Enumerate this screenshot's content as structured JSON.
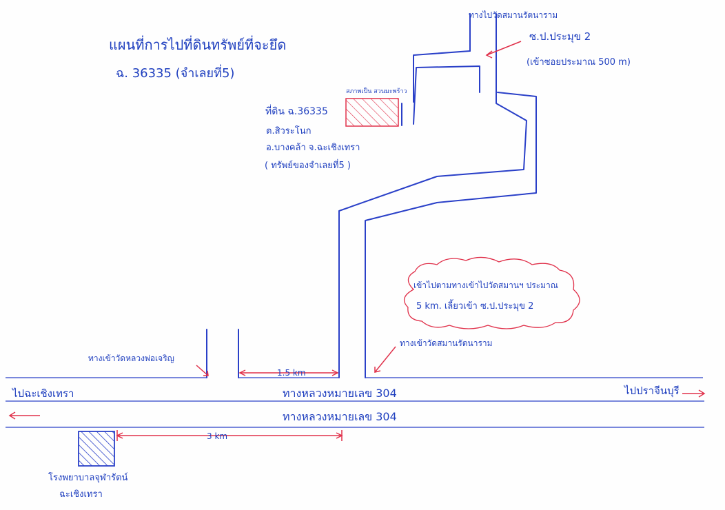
{
  "title": {
    "line1": "แผนที่การไปที่ดินทรัพย์ที่จะยึด",
    "line2": "ฉ. 36335 (จำเลยที่5)"
  },
  "plot": {
    "line1": "ที่ดิน ฉ.36335",
    "line2": "ต.สิวระโนก",
    "line3": "อ.บางคล้า จ.ฉะเชิงเทรา",
    "line4": "( ทรัพย์ของจำเลยที่5 )",
    "tag": "สภาพเป็น สวนมะพร้าว"
  },
  "labels": {
    "top_road": "ทางไปวัดสมานรัตนาราม",
    "soi_name": "ซ.ป.ประมุข 2",
    "soi_distance": "(เข้าซอยประมาณ 500 m)",
    "temple_entrance": "ทางเข้าวัดสมานรัตนาราม",
    "left_temple_road": "ทางเข้าวัดหลวงพ่อเจริญ",
    "dist_1_5": "1.5 km",
    "dist_3": "3 km",
    "to_chachoengsao": "ไปฉะเชิงเทรา",
    "to_prachinburi": "ไปปราจีนบุรี",
    "highway_upper": "ทางหลวงหมายเลข 304",
    "highway_lower": "ทางหลวงหมายเลข 304",
    "hospital_line1": "โรงพยาบาลจุฬารัตน์",
    "hospital_line2": "ฉะเชิงเทรา"
  },
  "note": {
    "line1": "เข้าไปตามทางเข้าไปวัดสมานฯ ประมาณ",
    "line2": "5 km. เลี้ยวเข้า ซ.ป.ประมุข 2"
  },
  "colors": {
    "ink": "#2a40c8",
    "accent": "#e0304a"
  }
}
